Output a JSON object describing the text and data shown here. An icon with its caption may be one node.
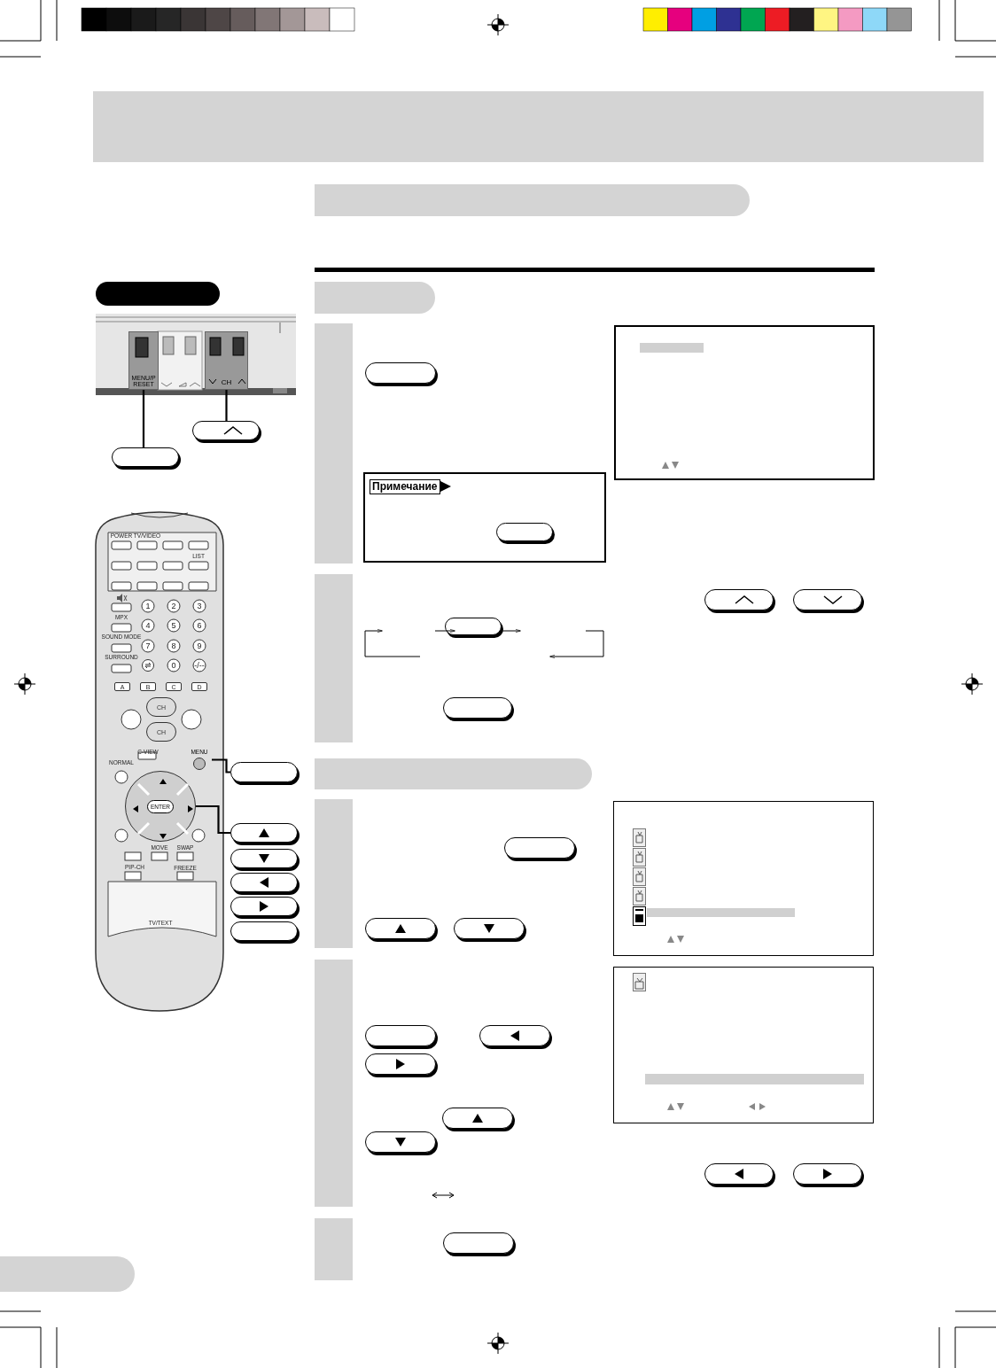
{
  "diagram": {
    "nodes": [
      {
        "text": [
          "MENU/PRESET"
        ]
      },
      {
        "text": [
          "CH"
        ]
      },
      {
        "text": [],
        "shape": "box"
      },
      {
        "text": [],
        "shape": "box"
      },
      {
        "text": [
          "MENU"
        ]
      },
      {
        "text": [],
        "shape": "box"
      },
      {
        "text": [
          "ENTER"
        ]
      },
      {
        "text": [],
        "shape": "box"
      },
      {
        "text": [],
        "shape": "bar"
      },
      {
        "text": [],
        "shape": "bar"
      },
      {
        "text": [],
        "shape": "bar"
      },
      {
        "text": [],
        "shape": "bar"
      },
      {
        "text": [],
        "shape": "bar"
      },
      {
        "text": [],
        "shape": "bar"
      },
      {
        "text": [],
        "shape": "bar"
      },
      {
        "text": [],
        "shape": "bar"
      },
      {
        "text": [],
        "shape": "bar"
      },
      {
        "text": [],
        "shape": "bar"
      }
    ],
    "edges": [
      {
        "from": 0,
        "to": 2,
        "arrow": "none"
      },
      {
        "from": 1,
        "to": 3,
        "arrow": "none"
      },
      {
        "from": 4,
        "to": 5,
        "arrow": "none"
      },
      {
        "from": 6,
        "to": 7,
        "arrow": "none"
      }
    ],
    "labels": [
      "POWER",
      "TV/VIDEO",
      "LIST",
      "MPX",
      "1",
      "2",
      "3",
      "SOUND MODE",
      "4",
      "5",
      "6",
      "SURROUND",
      "7",
      "8",
      "9",
      "0",
      "-/--",
      "A",
      "B",
      "C",
      "D",
      "CH",
      "CH",
      "C-VIEW",
      "NORMAL",
      "MOVE",
      "SWAP",
      "PIP-CH",
      "FREEZE",
      "TV/TEXT",
      "Примечание"
    ]
  }
}
